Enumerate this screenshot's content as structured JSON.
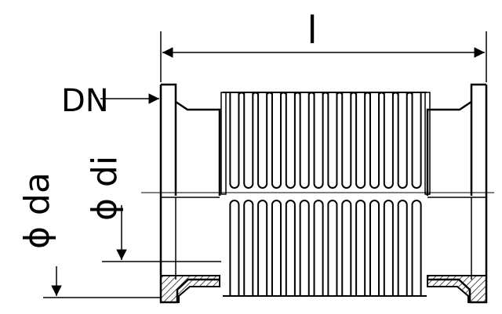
{
  "labels": {
    "length": "l",
    "nominal": "DN",
    "outer_diameter": "ϕ da",
    "inner_diameter": "ϕ di"
  },
  "style": {
    "stroke": "#000000",
    "hatch": "#000000",
    "background": "#ffffff"
  },
  "bellows": {
    "convolutions": 14
  }
}
